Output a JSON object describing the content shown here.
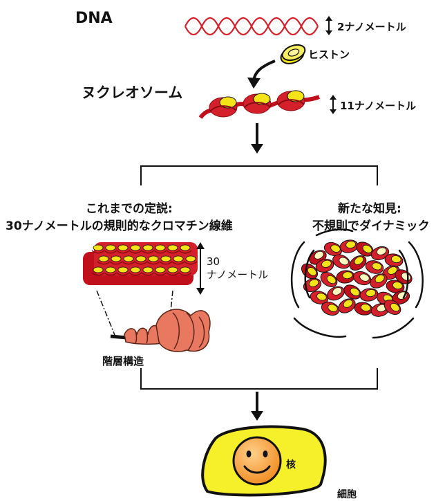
{
  "labels": {
    "dna": "DNA",
    "dna_size": "2ナノメートル",
    "histone": "ヒストン",
    "nucleosome": "ヌクレオソーム",
    "nucleosome_size": "11ナノメートル",
    "left_title_line1": "これまでの定説:",
    "left_title_line2": "30ナノメートルの規則的なクロマチン線維",
    "right_title_line1": "新たな知見:",
    "right_title_line2": "不規則でダイナミック",
    "fiber_size_line1": "30",
    "fiber_size_line2": "ナノメートル",
    "hierarchy": "階層構造",
    "nucleus": "核",
    "cell": "細胞"
  },
  "colors": {
    "dna_red": "#d4202a",
    "histone_yellow": "#f4e318",
    "nucleus_orange": "#f39a2e",
    "cell_yellow": "#f6f02a",
    "hierarchy_salmon": "#e8785f"
  }
}
